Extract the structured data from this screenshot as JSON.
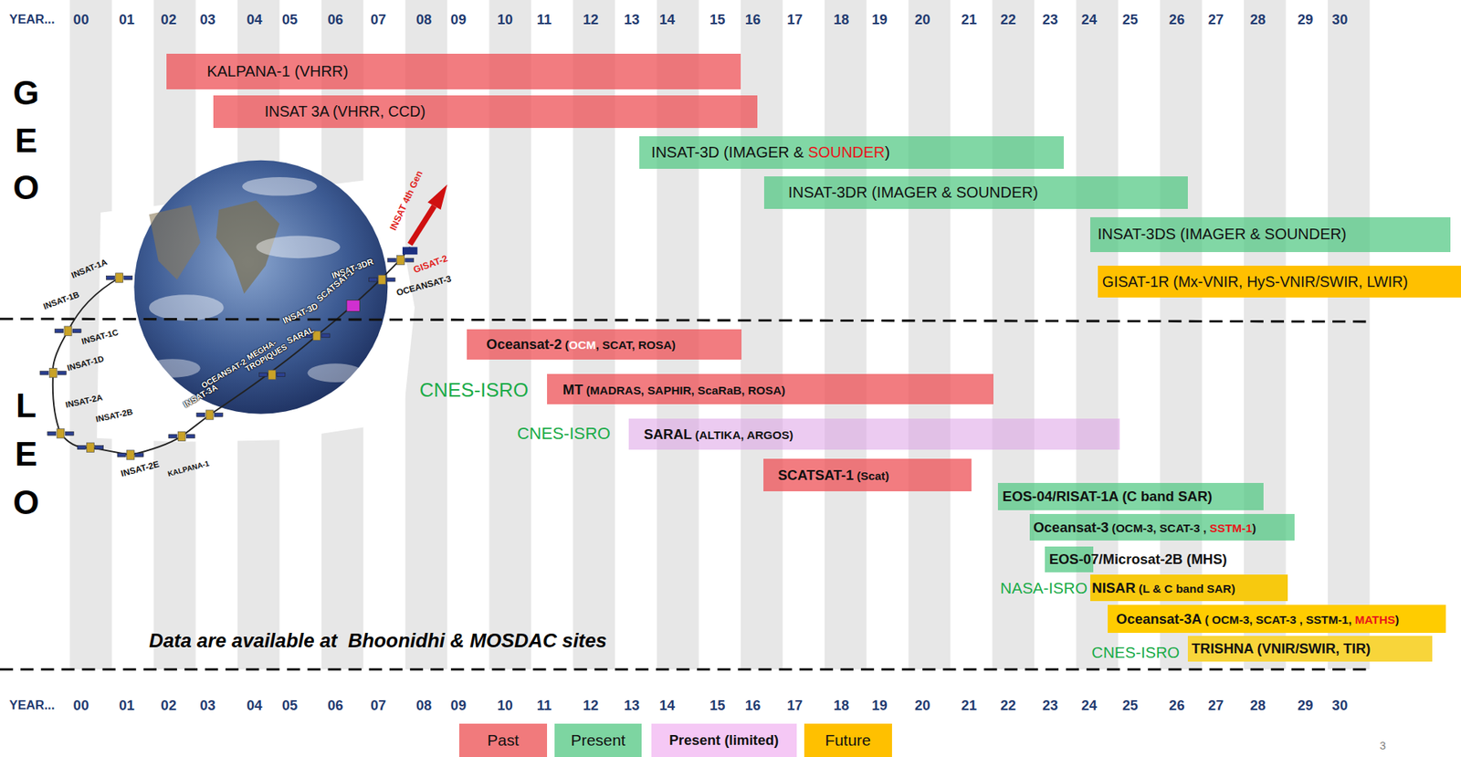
{
  "diagram": {
    "nodes": [
      {
        "text": [
          "KALPANA-1 (VHRR)"
        ]
      },
      {
        "text": [
          "INSAT 3A (VHRR, CCD)"
        ]
      },
      {
        "text": [
          "INSAT-3D (IMAGER & SOUNDER)"
        ]
      },
      {
        "text": [
          "INSAT-3DR (IMAGER & SOUNDER)"
        ]
      },
      {
        "text": [
          "INSAT-3DS (IMAGER & SOUNDER)"
        ]
      },
      {
        "text": [
          "GISAT-1R (Mx-VNIR, HyS-VNIR/SWIR, LWIR)"
        ]
      },
      {
        "text": [
          "Oceansat-2 (OCM, SCAT, ROSA)"
        ]
      },
      {
        "text": [
          "MT (MADRAS, SAPHIR, ScaRaB, ROSA)"
        ]
      },
      {
        "text": [
          "SARAL (ALTIKA, ARGOS)"
        ]
      },
      {
        "text": [
          "SCATSAT-1 (Scat)"
        ]
      },
      {
        "text": [
          "EOS-04/RISAT-1A (C band SAR)"
        ]
      },
      {
        "text": [
          "Oceansat-3 (OCM-3, SCAT-3 , SSTM-1)"
        ]
      },
      {
        "text": [
          "EOS-07/Microsat-2B (MHS)"
        ]
      },
      {
        "text": [
          "NISAR (L & C band SAR)"
        ]
      },
      {
        "text": [
          "Oceansat-3A ( OCM-3, SCAT-3 , SSTM-1, MATHS)"
        ]
      },
      {
        "text": [
          "TRISHNA (VNIR/SWIR, TIR)"
        ]
      }
    ],
    "edges": [],
    "labels": [
      "YEAR...",
      "00",
      "01",
      "02",
      "03",
      "04",
      "05",
      "06",
      "07",
      "08",
      "09",
      "10",
      "11",
      "12",
      "13",
      "14",
      "15",
      "16",
      "17",
      "18",
      "19",
      "20",
      "21",
      "22",
      "23",
      "24",
      "25",
      "26",
      "27",
      "28",
      "29",
      "30",
      "GEO",
      "INSAT 4th Gen",
      "GISAT-2",
      "OCEANSAT-3",
      "INSAT-3DR",
      "INSAT-1A",
      "SCATSAT-1",
      "INSAT-3D",
      "INSAT-1B",
      "MEGHA- TROPIQUES",
      "SARAL",
      "INSAT-1C",
      "INSAT-1D",
      "OCEANSAT-2",
      "CNES-ISRO",
      "LEO",
      "INSAT-2A",
      "INSAT-3A",
      "INSAT-2B",
      "CNES-ISRO",
      "INSAT-2E",
      "KALPANA-1",
      "NASA-ISRO",
      "Data are available at  Bhoonidhi & MOSDAC sites",
      "CNES-ISRO",
      "YEAR...",
      "00",
      "01",
      "02",
      "03",
      "04",
      "05",
      "06",
      "07",
      "08",
      "09",
      "10",
      "11",
      "12",
      "13",
      "14",
      "15",
      "16",
      "17",
      "18",
      "19",
      "20",
      "21",
      "22",
      "23",
      "24",
      "25",
      "26",
      "27",
      "28",
      "29",
      "30",
      "3"
    ],
    "legend": [
      {
        "text": "Past",
        "color": "#f17a7c"
      },
      {
        "text": "Present",
        "color": "#7dd5a1"
      },
      {
        "text": "Present (limited)",
        "color": "#f5c8f5"
      },
      {
        "text": "Future",
        "color": "#ffc000"
      }
    ]
  }
}
